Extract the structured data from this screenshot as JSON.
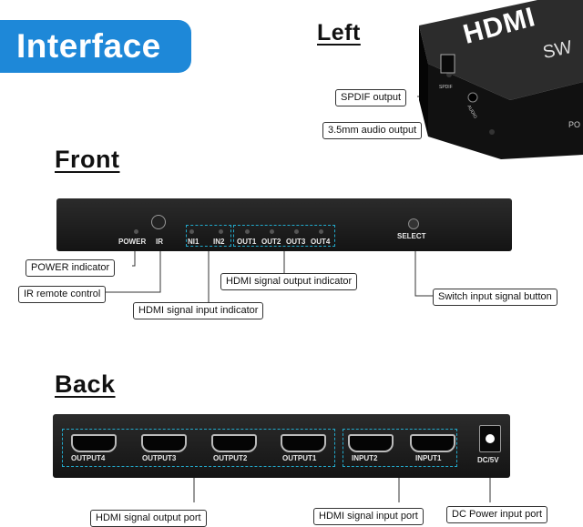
{
  "header": {
    "badge": "Interface"
  },
  "left": {
    "title": "Left",
    "hdmi_logo": "HDMI",
    "device_text": "SW",
    "device_text2": "PO",
    "spdif_port": "SPDIF",
    "audio_port": "AUDIO",
    "callouts": {
      "spdif": "SPDIF output",
      "audio": "3.5mm audio output"
    }
  },
  "front": {
    "title": "Front",
    "labels": {
      "power": "POWER",
      "ir": "IR",
      "in1": "NI1",
      "in2": "IN2",
      "out1": "OUT1",
      "out2": "OUT2",
      "out3": "OUT3",
      "out4": "OUT4",
      "select": "SELECT"
    },
    "callouts": {
      "power": "POWER  indicator",
      "ir": "IR remote control",
      "hdmi_in": "HDMI signal input indicator",
      "hdmi_out": "HDMI signal output indicator",
      "switch": "Switch input signal button"
    }
  },
  "back": {
    "title": "Back",
    "ports": {
      "output4": "OUTPUT4",
      "output3": "OUTPUT3",
      "output2": "OUTPUT2",
      "output1": "OUTPUT1",
      "input2": "INPUT2",
      "input1": "INPUT1",
      "dc": "DC/5V"
    },
    "callouts": {
      "hdmi_out": "HDMI signal output port",
      "hdmi_in": "HDMI signal input port",
      "dc": "DC Power input port"
    }
  }
}
